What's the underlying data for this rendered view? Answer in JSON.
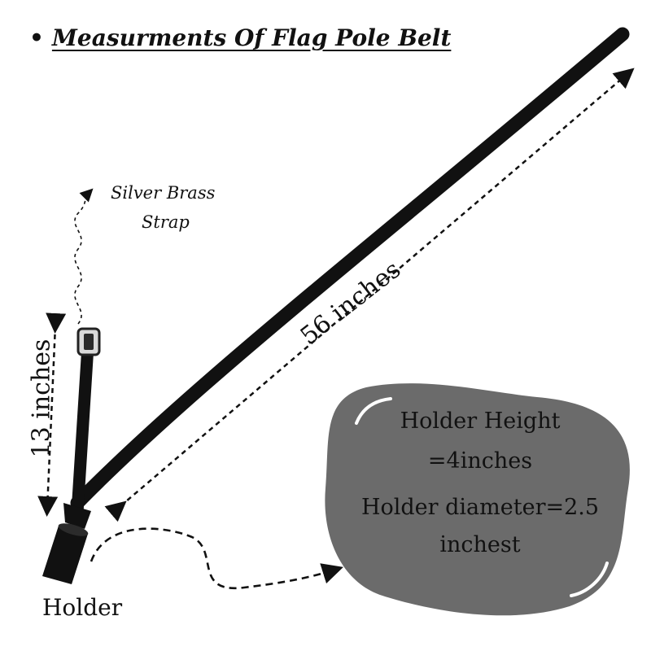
{
  "title": "Measurments  Of Flag Pole Belt",
  "strap_label": [
    "Silver Brass",
    "Strap"
  ],
  "length_label": "56 inches",
  "height_label": "13 inches",
  "holder_label": "Holder",
  "info_box": {
    "line1": "Holder Height",
    "line2": "=4inches",
    "line3": "Holder diameter=2.5",
    "line4": "inchest"
  },
  "colors": {
    "belt": "#111111",
    "blob": "#6b6b6b",
    "text": "#111111"
  }
}
